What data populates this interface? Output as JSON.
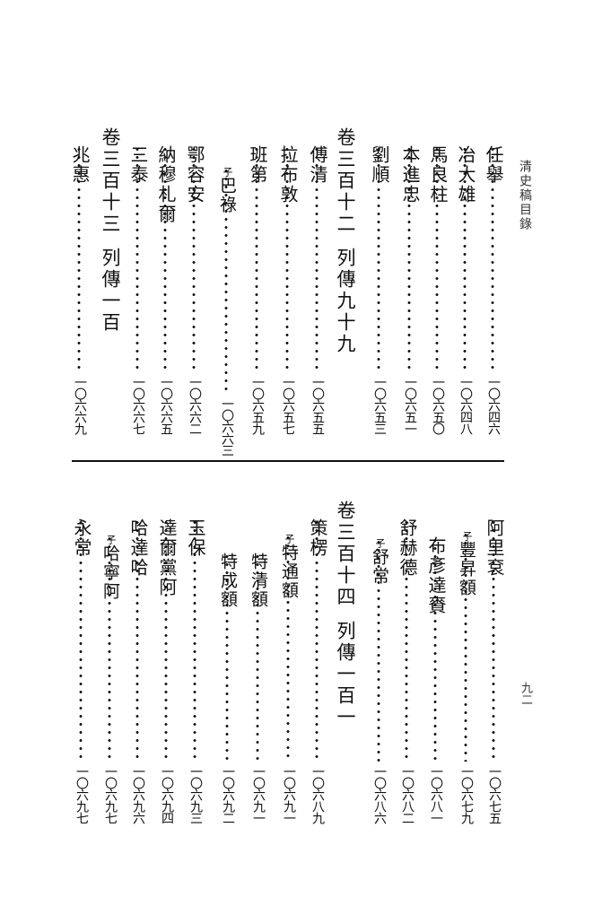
{
  "page": {
    "running_title": "清史稿目錄",
    "page_number": "九二"
  },
  "upper": {
    "entries": [
      {
        "name": "任舉",
        "prefix": "",
        "page": "一〇六四六"
      },
      {
        "name": "冶大雄",
        "prefix": "",
        "page": "一〇六四八"
      },
      {
        "name": "馬良柱",
        "prefix": "",
        "page": "一〇六五〇"
      },
      {
        "name": "本進忠",
        "prefix": "",
        "page": "一〇六五一"
      },
      {
        "name": "劉順",
        "prefix": "",
        "page": "一〇六五三"
      }
    ],
    "heading_a": {
      "volume": "卷三百十二",
      "title": "列傳九十九"
    },
    "entries_b": [
      {
        "name": "傅清",
        "prefix": "",
        "page": "一〇六五五"
      },
      {
        "name": "拉布敦",
        "prefix": "",
        "page": "一〇六五七"
      },
      {
        "name": "班第",
        "prefix": "",
        "page": "一〇六五九"
      },
      {
        "name": "巴祿",
        "prefix": "子",
        "page": "一〇六六三"
      },
      {
        "name": "鄂容安",
        "prefix": "",
        "page": "一〇六六二"
      },
      {
        "name": "納穆札爾",
        "prefix": "",
        "page": "一〇六六五"
      },
      {
        "name": "三泰",
        "prefix": "",
        "page": "一〇六六七"
      }
    ],
    "heading_b": {
      "volume": "卷三百十三",
      "title": "列傳一百"
    },
    "entries_c": [
      {
        "name": "兆惠",
        "prefix": "",
        "page": "一〇六六九"
      }
    ]
  },
  "lower": {
    "entries": [
      {
        "name": "阿里袞",
        "prefix": "",
        "page": "一〇六七五"
      },
      {
        "name": "豐昇額",
        "prefix": "子",
        "page": "一〇六七九"
      },
      {
        "name": "布彥達賚",
        "prefix": "",
        "page": "一〇六八一"
      },
      {
        "name": "舒赫德",
        "prefix": "",
        "page": "一〇六八二"
      },
      {
        "name": "舒常",
        "prefix": "子",
        "page": "一〇六八六"
      }
    ],
    "heading": {
      "volume": "卷三百十四",
      "title": "列傳一百一"
    },
    "entries_b": [
      {
        "name": "策楞",
        "prefix": "",
        "page": "一〇六八九"
      },
      {
        "name": "特通額",
        "prefix": "子",
        "page": "一〇六九一"
      },
      {
        "name": "特清額",
        "prefix": "",
        "page": "一〇六九一"
      },
      {
        "name": "特成額",
        "prefix": "",
        "page": "一〇六九二"
      },
      {
        "name": "玉保",
        "prefix": "",
        "page": "一〇六九三"
      },
      {
        "name": "達爾黨阿",
        "prefix": "",
        "page": "一〇六九四"
      },
      {
        "name": "哈達哈",
        "prefix": "",
        "page": "一〇六九六"
      },
      {
        "name": "哈寧阿",
        "prefix": "子",
        "page": "一〇六九七"
      },
      {
        "name": "永常",
        "prefix": "",
        "page": "一〇六九七"
      }
    ]
  }
}
